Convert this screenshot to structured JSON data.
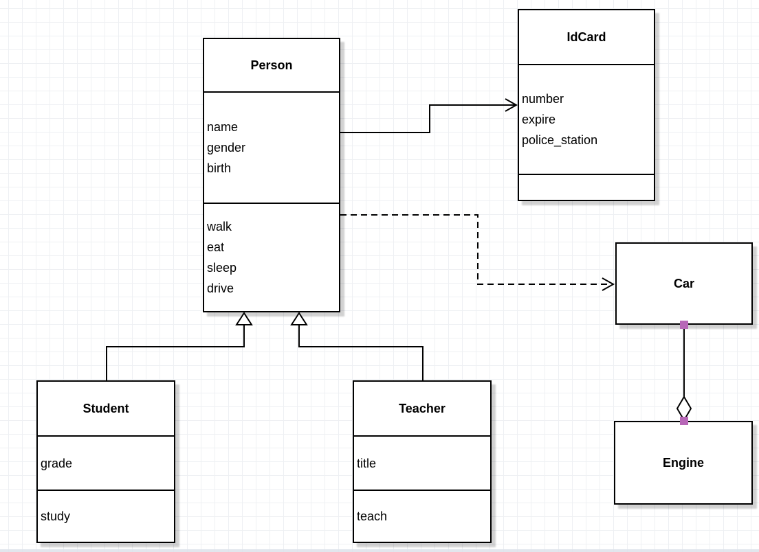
{
  "canvas": {
    "background": "#ffffff",
    "grid_color": "#eef0f3",
    "stroke_color": "#000000",
    "shadow_color": "rgba(0,0,0,0.18)",
    "handle_color": "#b767b7"
  },
  "classes": {
    "person": {
      "title": "Person",
      "attributes": "name\ngender\nbirth",
      "methods": "walk\neat\nsleep\ndrive"
    },
    "idcard": {
      "title": "IdCard",
      "attributes": "number\nexpire\npolice_station",
      "methods": ""
    },
    "student": {
      "title": "Student",
      "attributes": "grade",
      "methods": "study"
    },
    "teacher": {
      "title": "Teacher",
      "attributes": "title",
      "methods": "teach"
    },
    "car": {
      "title": "Car"
    },
    "engine": {
      "title": "Engine"
    }
  },
  "relationships": [
    {
      "from": "Person",
      "to": "IdCard",
      "type": "association",
      "line": "solid",
      "arrow": "open"
    },
    {
      "from": "Person",
      "to": "Car",
      "type": "dependency",
      "line": "dashed",
      "arrow": "open"
    },
    {
      "from": "Student",
      "to": "Person",
      "type": "generalization",
      "line": "solid",
      "arrow": "hollow-triangle"
    },
    {
      "from": "Teacher",
      "to": "Person",
      "type": "generalization",
      "line": "solid",
      "arrow": "hollow-triangle"
    },
    {
      "from": "Car",
      "to": "Engine",
      "type": "aggregation",
      "line": "solid",
      "marker": "hollow-diamond",
      "endpoints": "fixed-connection-squares"
    }
  ]
}
